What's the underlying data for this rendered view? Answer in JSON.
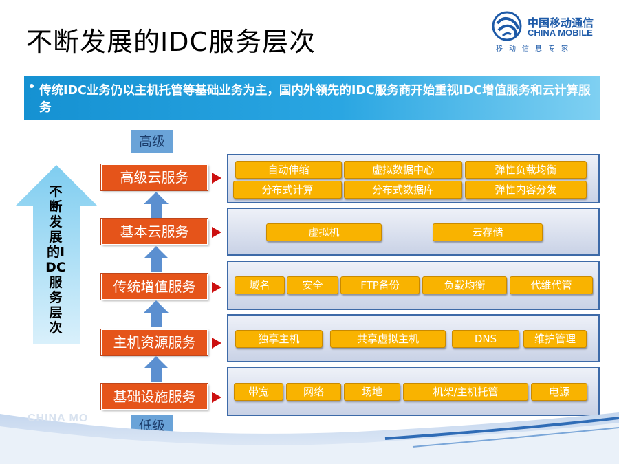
{
  "title": "不断发展的IDC服务层次",
  "logo": {
    "cn": "中国移动通信",
    "en": "CHINA MOBILE",
    "slogan": "移动信息专家"
  },
  "banner": {
    "text": "传统IDC业务仍以主机托管等基础业务为主，国内外领先的IDC服务商开始重视IDC增值服务和云计算服务"
  },
  "levels": {
    "high": "高级",
    "low": "低级"
  },
  "axis_label": "不断发展的IDC 服务层次",
  "watermark": "CHINA MO",
  "layers": [
    {
      "label": "高级云服务",
      "services": [
        "自动伸缩",
        "虚拟数据中心",
        "弹性负载均衡",
        "分布式计算",
        "分布式数据库",
        "弹性内容分发"
      ]
    },
    {
      "label": "基本云服务",
      "services": [
        "虚拟机",
        "云存储"
      ]
    },
    {
      "label": "传统增值服务",
      "services": [
        "域名",
        "安全",
        "FTP备份",
        "负载均衡",
        "代维代管"
      ]
    },
    {
      "label": "主机资源服务",
      "services": [
        "独享主机",
        "共享虚拟主机",
        "DNS",
        "维护管理"
      ]
    },
    {
      "label": "基础设施服务",
      "services": [
        "带宽",
        "网络",
        "场地",
        "机架/主机托管",
        "电源"
      ]
    }
  ],
  "colors": {
    "layer": "#e5541a",
    "chip": "#f9b300",
    "panel_border": "#3d6aa8",
    "banner": "#1591d2",
    "arrow": "#5b8fd0"
  }
}
